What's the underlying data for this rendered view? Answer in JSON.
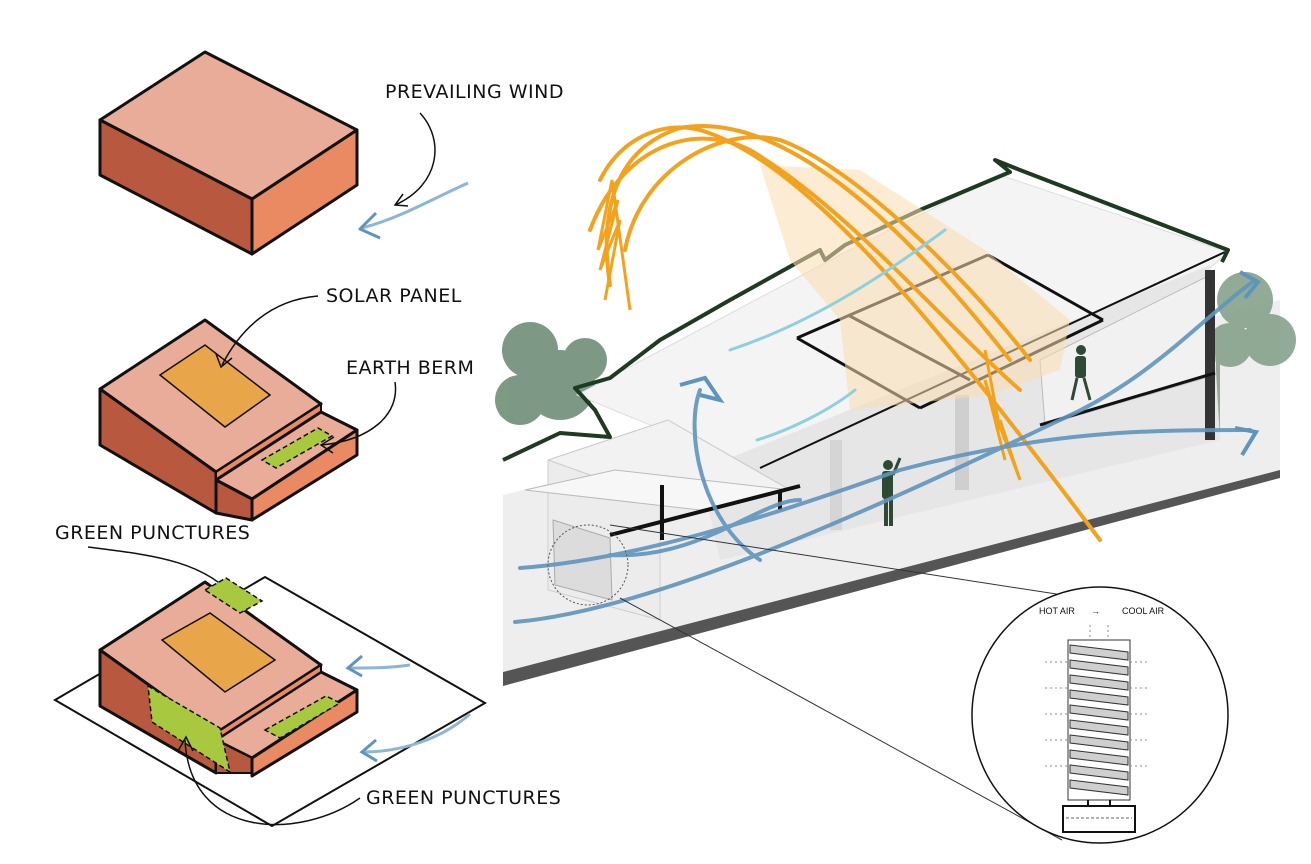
{
  "labels": {
    "prevailing_wind": "PREVAILING WIND",
    "solar_panel": "SOLAR PANEL",
    "earth_berm": "EARTH BERM",
    "green_punctures_top": "GREEN PUNCTURES",
    "green_punctures_bottom": "GREEN PUNCTURES"
  },
  "detail": {
    "hot_air": "HOT AIR",
    "arrow": "→",
    "cool_air": "COOL AIR"
  },
  "colors": {
    "roof_top": "#e8ac98",
    "roof_side_left": "#b8593f",
    "roof_side_right": "#e98a62",
    "solar": "#e8a54a",
    "green": "#a8c840",
    "sun": "#f2a21d",
    "sun_glow": "#fbdcb0",
    "wind_dark": "#5f95bd",
    "wind_light": "#8dd0df",
    "outline": "#111111",
    "tree": "#6f8f78",
    "site_line": "#1f3a22"
  }
}
